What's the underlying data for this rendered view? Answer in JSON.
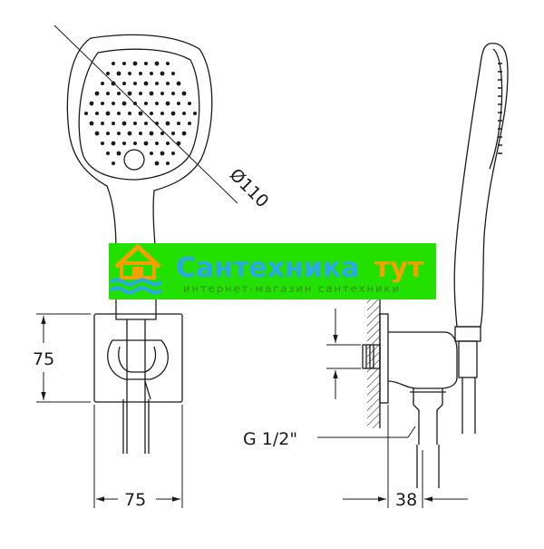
{
  "dimensions": {
    "diameter": "Ø110",
    "height": "75",
    "width": "75",
    "depth": "38",
    "thread": "G 1/2\""
  },
  "watermark": {
    "brand_part1": "Сантехника",
    "brand_part2": "тут",
    "tagline": "интернет-магазин сантехники",
    "colors": {
      "background": "#22e000",
      "text_primary": "#2aa8e8",
      "text_accent": "#f5a000",
      "house": "#f5a000",
      "waves": "#2aa8e8"
    }
  },
  "colors": {
    "line": "#1a1a1a"
  }
}
